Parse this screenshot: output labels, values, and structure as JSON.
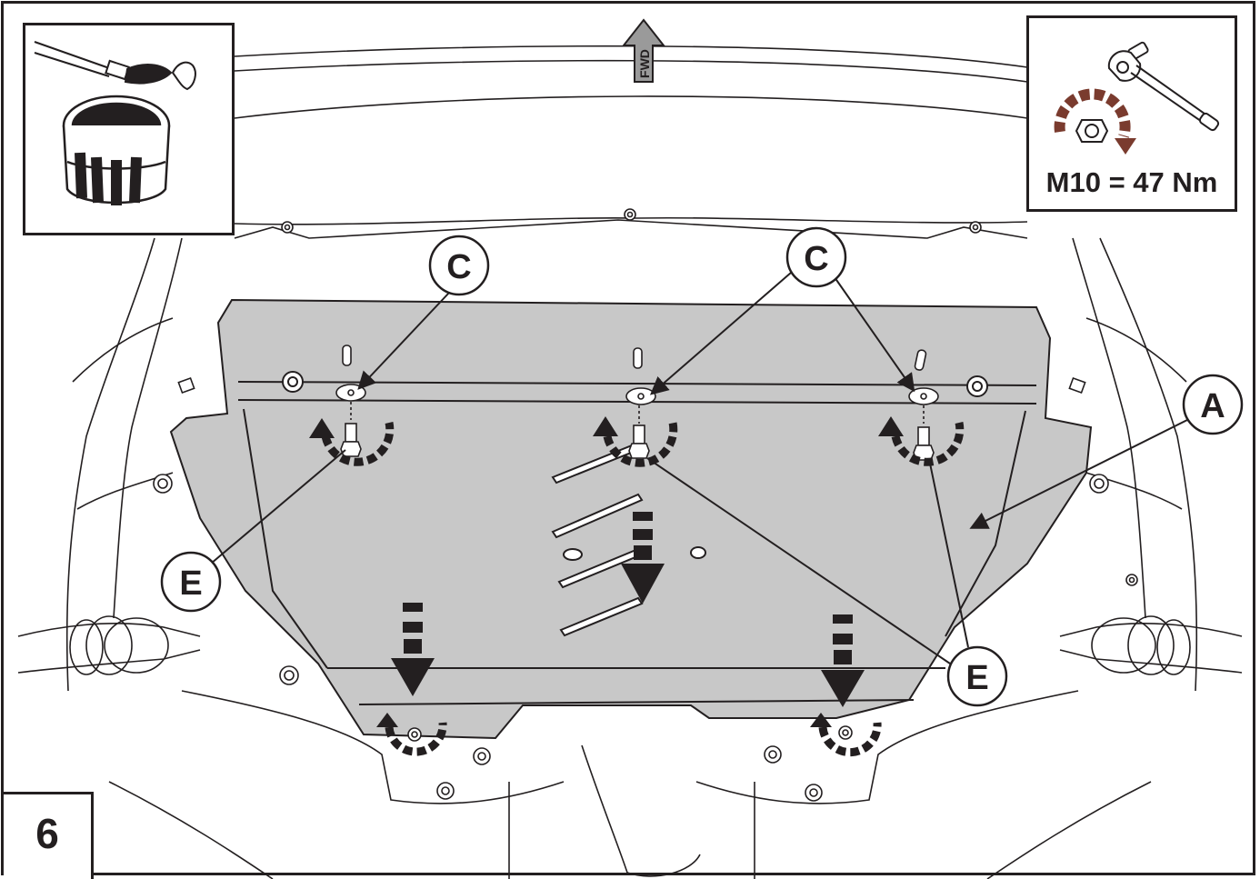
{
  "step": {
    "number": "6"
  },
  "torque": {
    "spec": "M10 = 47 Nm"
  },
  "direction": {
    "label": "FWD"
  },
  "callouts": {
    "c1": "C",
    "c2": "C",
    "a": "A",
    "e1": "E",
    "e2": "E"
  },
  "colors": {
    "plate": "#c8c8c8",
    "plate_dark": "#9a9a9a",
    "line": "#231f20",
    "torque_arrow": "#7a3b2e"
  },
  "icons": [
    "paint-brush-icon",
    "paint-can-icon",
    "torque-wrench-icon",
    "rotation-arrow-icon"
  ]
}
